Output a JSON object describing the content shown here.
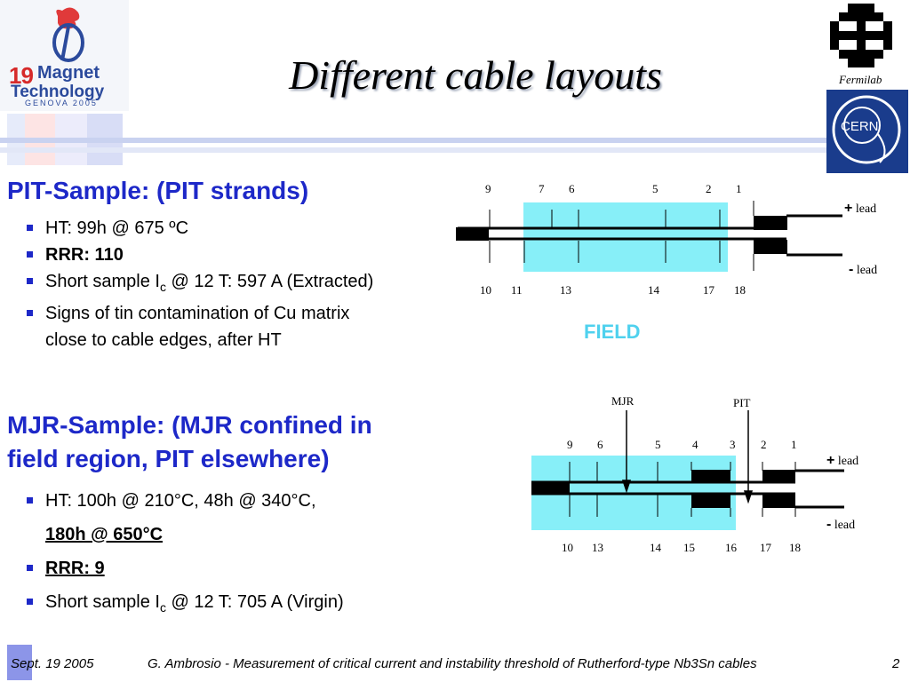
{
  "header": {
    "title": "Different cable layouts",
    "logo_left": {
      "number": "19",
      "line1": "Magnet",
      "line2": "Technology",
      "line3": "GENOVA 2005"
    },
    "logo_right_label": "Fermilab",
    "logo_cern_text": "CERN"
  },
  "pit_section": {
    "heading": "PIT-Sample: (PIT strands)",
    "bullets": [
      {
        "text": "HT: 99h @ 675 ºC"
      },
      {
        "text": "RRR: 110"
      },
      {
        "pre": "Short sample I",
        "sub": "c",
        "post": " @ 12 T: 597 A (Extracted)"
      },
      {
        "line1": "Signs of tin contamination of Cu matrix",
        "line2": "close to cable edges, after HT"
      }
    ]
  },
  "mjr_section": {
    "heading_line1": "MJR-Sample: (MJR confined in",
    "heading_line2": "field region, PIT elsewhere)",
    "bullets": [
      {
        "line1": "HT: 100h @ 210°C, 48h @ 340°C,",
        "line2": "180h @ 650°C"
      },
      {
        "text": "RRR: 9"
      },
      {
        "pre": "Short sample I",
        "sub": "c",
        "post": " @ 12 T: 705 A (Virgin)"
      }
    ]
  },
  "diagram1": {
    "top_labels": [
      "9",
      "7",
      "6",
      "5",
      "2",
      "1"
    ],
    "bottom_labels": [
      "10",
      "11",
      "13",
      "14",
      "17",
      "18"
    ],
    "plus_sign": "+",
    "minus_sign": "-",
    "lead_word": "lead",
    "field_label": "FIELD"
  },
  "diagram2": {
    "arrow_labels": [
      "MJR",
      "PIT"
    ],
    "top_labels": [
      "9",
      "6",
      "5",
      "4",
      "3",
      "2",
      "1"
    ],
    "bottom_labels": [
      "10",
      "13",
      "14",
      "15",
      "16",
      "17",
      "18"
    ],
    "plus_sign": "+",
    "minus_sign": "-",
    "lead_word": "lead"
  },
  "footer": {
    "date": "Sept. 19 2005",
    "citation": "G. Ambrosio - Measurement of critical current and instability threshold of Rutherford-type Nb3Sn cables",
    "page": "2"
  },
  "colors": {
    "heading_blue": "#1d28c8",
    "field_cyan": "#87eff8",
    "field_text": "#4fd1ee",
    "cern_blue": "#1a3c8c"
  },
  "icons": [
    "conference-logo",
    "fermilab-logo",
    "cern-logo",
    "bullet-square"
  ]
}
